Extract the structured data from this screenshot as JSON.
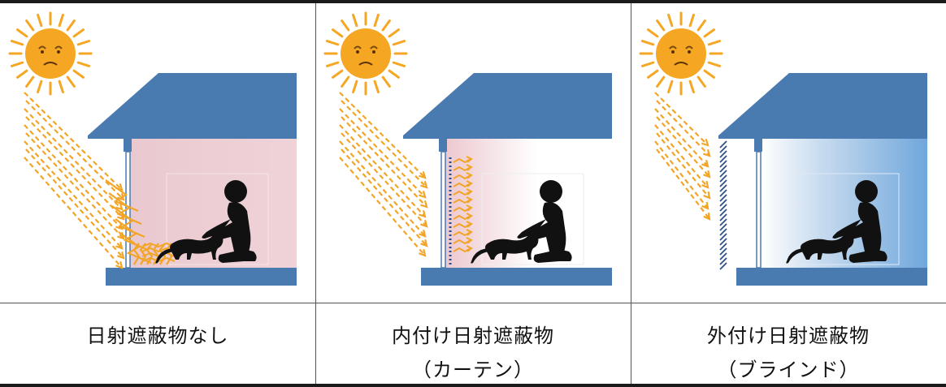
{
  "panels": [
    {
      "caption_line1": "日射遮蔽物なし",
      "caption_line2": ""
    },
    {
      "caption_line1": "内付け日射遮蔽物",
      "caption_line2": "（カーテン）"
    },
    {
      "caption_line1": "外付け日射遮蔽物",
      "caption_line2": "（ブラインド）"
    }
  ],
  "colors": {
    "roof": "#4a7bb0",
    "ray": "#f2a526",
    "sun": "#f5a623",
    "interior_hot": "#e9c9cf",
    "interior_cool": "#6fa7dc",
    "silhouette": "#111111"
  }
}
